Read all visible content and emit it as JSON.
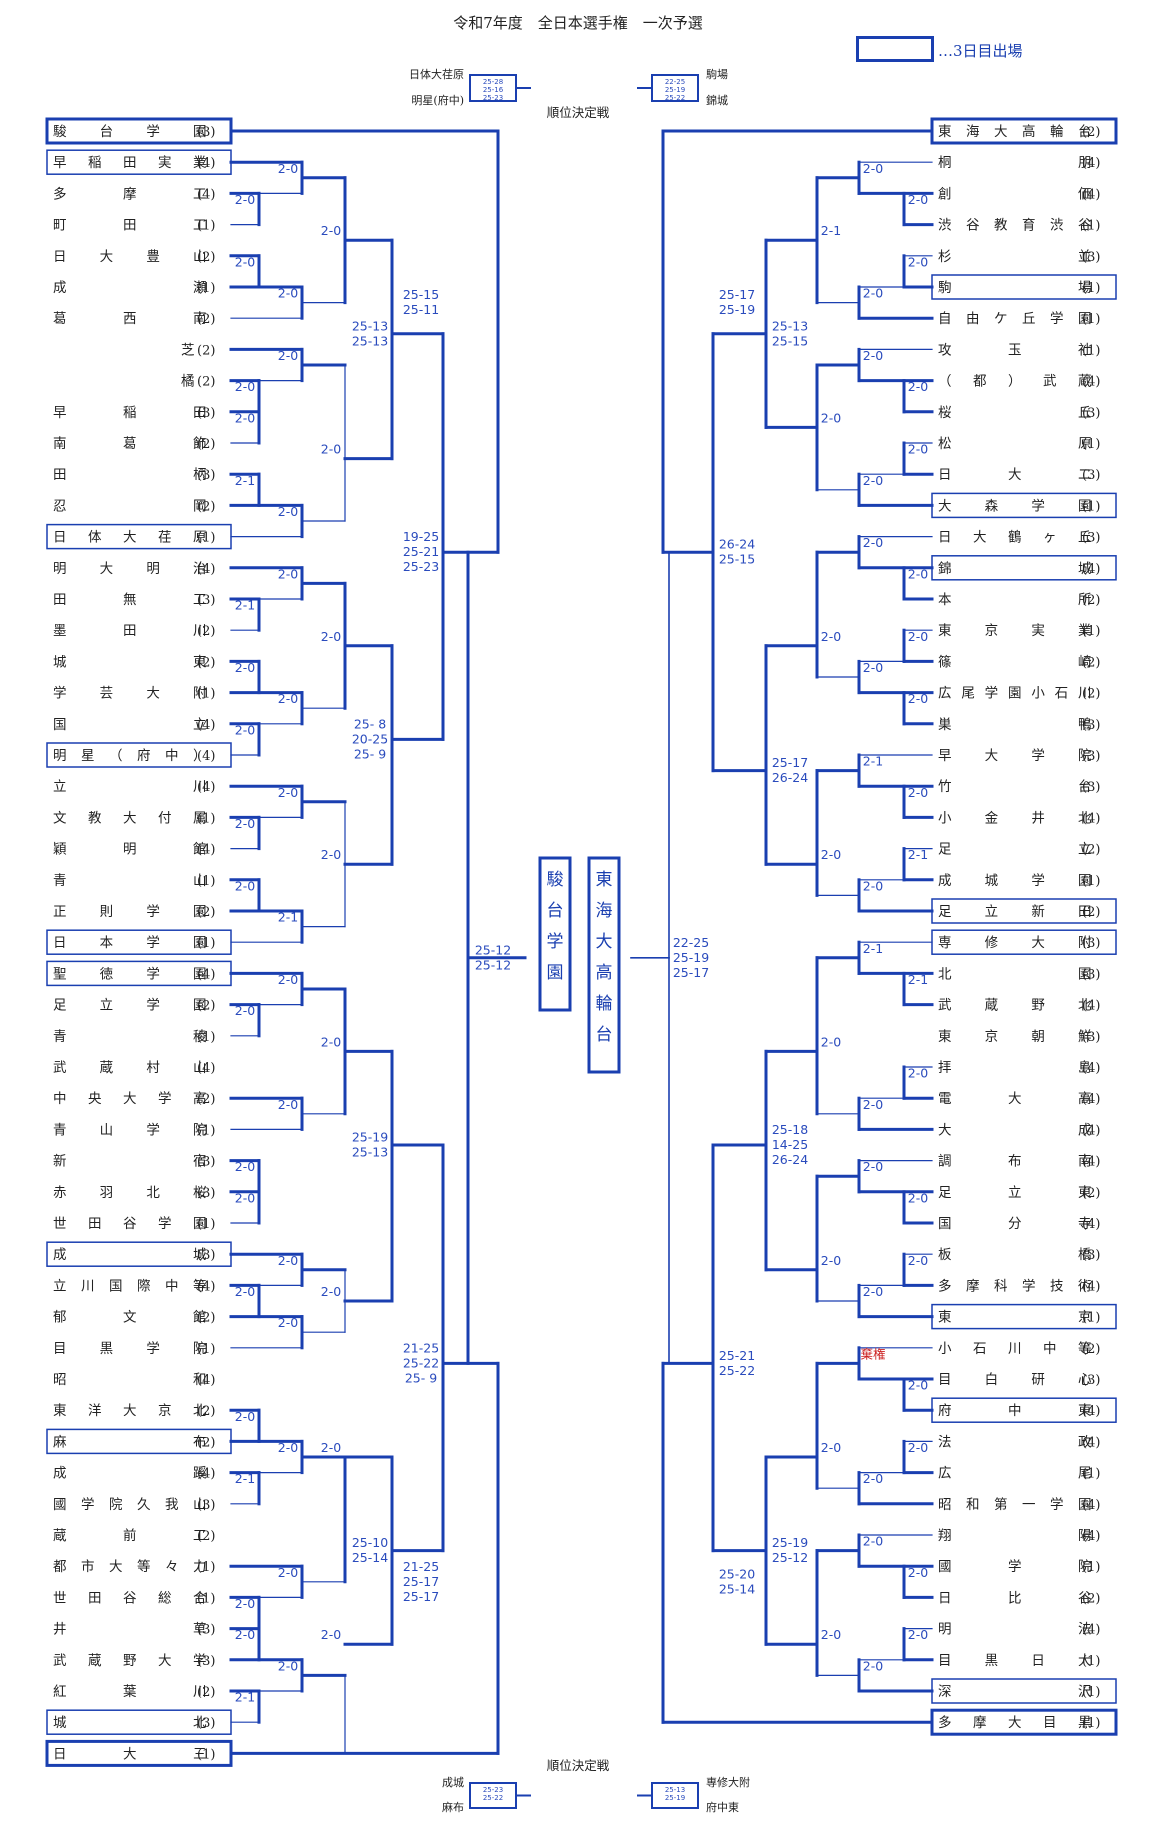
{
  "title": "令和7年度　全日本選手権　一次予選",
  "legend": "…3日目出場",
  "colors": {
    "line": "#1a3fb0",
    "text": "#222222",
    "score": "#2a4bbd",
    "forfeit": "#cc2222",
    "gray": "#555555"
  },
  "left_teams": [
    {
      "name": "駿台学園",
      "seed": "(3)",
      "hl": true
    },
    {
      "name": "早稲田実業",
      "seed": "(4)",
      "hl": true
    },
    {
      "name": "多摩工",
      "seed": "(4)"
    },
    {
      "name": "町田工",
      "seed": "(1)"
    },
    {
      "name": "日大豊山",
      "seed": "(2)"
    },
    {
      "name": "成瀬",
      "seed": "(1)"
    },
    {
      "name": "葛西南",
      "seed": "(2)"
    },
    {
      "name": "芝",
      "seed": "(2)"
    },
    {
      "name": "橘",
      "seed": "(2)"
    },
    {
      "name": "早稲田",
      "seed": "(3)"
    },
    {
      "name": "南葛飾",
      "seed": "(2)"
    },
    {
      "name": "田柄",
      "seed": "(3)"
    },
    {
      "name": "忍岡",
      "seed": "(2)"
    },
    {
      "name": "日体大荏原",
      "seed": "(1)",
      "hl": true
    },
    {
      "name": "明大明治",
      "seed": "(4)"
    },
    {
      "name": "田無工",
      "seed": "(3)"
    },
    {
      "name": "墨田川",
      "seed": "(2)"
    },
    {
      "name": "城東",
      "seed": "(2)"
    },
    {
      "name": "学芸大附",
      "seed": "(1)"
    },
    {
      "name": "国立",
      "seed": "(4)"
    },
    {
      "name": "明星（府中）",
      "seed": "(4)",
      "hl": true
    },
    {
      "name": "立川",
      "seed": "(4)"
    },
    {
      "name": "文教大付属",
      "seed": "(1)"
    },
    {
      "name": "穎明館",
      "seed": "(4)"
    },
    {
      "name": "青山",
      "seed": "(1)"
    },
    {
      "name": "正則学園",
      "seed": "(2)"
    },
    {
      "name": "日本学園",
      "seed": "(1)",
      "hl": true
    },
    {
      "name": "聖徳学園",
      "seed": "(4)",
      "hl": true
    },
    {
      "name": "足立学園",
      "seed": "(2)"
    },
    {
      "name": "青稜",
      "seed": "(1)"
    },
    {
      "name": "武蔵村山",
      "seed": "(4)"
    },
    {
      "name": "中央大学高",
      "seed": "(2)"
    },
    {
      "name": "青山学院",
      "seed": "(1)"
    },
    {
      "name": "新宿",
      "seed": "(3)"
    },
    {
      "name": "赤羽北桜",
      "seed": "(3)"
    },
    {
      "name": "世田谷学園",
      "seed": "(1)"
    },
    {
      "name": "成城",
      "seed": "(3)",
      "hl": true
    },
    {
      "name": "立川国際中等",
      "seed": "(4)"
    },
    {
      "name": "郁文館",
      "seed": "(2)"
    },
    {
      "name": "目黒学院",
      "seed": "(1)"
    },
    {
      "name": "昭和",
      "seed": "(4)"
    },
    {
      "name": "東洋大京北",
      "seed": "(2)"
    },
    {
      "name": "麻布",
      "seed": "(2)",
      "hl": true
    },
    {
      "name": "成蹊",
      "seed": "(4)"
    },
    {
      "name": "國学院久我山",
      "seed": "(3)"
    },
    {
      "name": "蔵前工",
      "seed": "(2)"
    },
    {
      "name": "都市大等々力",
      "seed": "(1)"
    },
    {
      "name": "世田谷総合",
      "seed": "(1)"
    },
    {
      "name": "井草",
      "seed": "(3)"
    },
    {
      "name": "武蔵野大学",
      "seed": "(3)"
    },
    {
      "name": "紅葉川",
      "seed": "(2)"
    },
    {
      "name": "城北",
      "seed": "(3)",
      "hl": true
    },
    {
      "name": "日大三",
      "seed": "(1)",
      "hl": true
    }
  ],
  "right_teams": [
    {
      "name": "東海大高輪台",
      "seed": "(2)",
      "hl": true
    },
    {
      "name": "桐朋",
      "seed": "(4)"
    },
    {
      "name": "創価",
      "seed": "(4)"
    },
    {
      "name": "渋谷教育渋谷",
      "seed": "(1)"
    },
    {
      "name": "杉並",
      "seed": "(3)"
    },
    {
      "name": "駒場",
      "seed": "(1)",
      "hl": true
    },
    {
      "name": "自由ケ丘学園",
      "seed": "(1)"
    },
    {
      "name": "攻玉社",
      "seed": "(1)"
    },
    {
      "name": "（都）武蔵",
      "seed": "(4)"
    },
    {
      "name": "桜丘",
      "seed": "(3)"
    },
    {
      "name": "松原",
      "seed": "(1)"
    },
    {
      "name": "日大二",
      "seed": "(3)"
    },
    {
      "name": "大森学園",
      "seed": "(1)",
      "hl": true
    },
    {
      "name": "日大鶴ヶ丘",
      "seed": "(3)"
    },
    {
      "name": "錦城",
      "seed": "(4)",
      "hl": true
    },
    {
      "name": "本所",
      "seed": "(2)"
    },
    {
      "name": "東京実業",
      "seed": "(1)"
    },
    {
      "name": "篠崎",
      "seed": "(2)"
    },
    {
      "name": "広尾学園小石川",
      "seed": "(2)"
    },
    {
      "name": "巣鴨",
      "seed": "(3)"
    },
    {
      "name": "早大学院",
      "seed": "(3)"
    },
    {
      "name": "竹台",
      "seed": "(3)"
    },
    {
      "name": "小金井北",
      "seed": "(4)"
    },
    {
      "name": "足立",
      "seed": "(2)"
    },
    {
      "name": "成城学園",
      "seed": "(1)"
    },
    {
      "name": "足立新田",
      "seed": "(2)",
      "hl": true
    },
    {
      "name": "専修大附",
      "seed": "(3)",
      "hl": true
    },
    {
      "name": "北園",
      "seed": "(3)"
    },
    {
      "name": "武蔵野北",
      "seed": "(4)"
    },
    {
      "name": "東京朝鮮",
      "seed": "(3)"
    },
    {
      "name": "拝島",
      "seed": "(4)"
    },
    {
      "name": "電大高",
      "seed": "(4)"
    },
    {
      "name": "大成",
      "seed": "(4)"
    },
    {
      "name": "調布南",
      "seed": "(4)"
    },
    {
      "name": "足立東",
      "seed": "(2)"
    },
    {
      "name": "国分寺",
      "seed": "(4)"
    },
    {
      "name": "板橋",
      "seed": "(3)"
    },
    {
      "name": "多摩科学技術",
      "seed": "(4)"
    },
    {
      "name": "東京",
      "seed": "(1)",
      "hl": true
    },
    {
      "name": "小石川中等",
      "seed": "(2)"
    },
    {
      "name": "目白研心",
      "seed": "(3)"
    },
    {
      "name": "府中東",
      "seed": "(4)",
      "hl": true
    },
    {
      "name": "法政",
      "seed": "(4)"
    },
    {
      "name": "広尾",
      "seed": "(1)"
    },
    {
      "name": "昭和第一学園",
      "seed": "(4)"
    },
    {
      "name": "翔陽",
      "seed": "(4)"
    },
    {
      "name": "國学院",
      "seed": "(1)"
    },
    {
      "name": "日比谷",
      "seed": "(2)"
    },
    {
      "name": "明法",
      "seed": "(4)"
    },
    {
      "name": "目黒日大",
      "seed": "(1)"
    },
    {
      "name": "深沢",
      "seed": "(1)",
      "hl": true
    },
    {
      "name": "多摩大目黒",
      "seed": "(1)",
      "hl": true
    }
  ],
  "scores": {
    "left_r1": [
      {
        "text": "2-0",
        "row": 2.5
      },
      {
        "text": "2-0",
        "row": 4.5
      },
      {
        "text": "2-0",
        "row": 8.5
      },
      {
        "text": "2-0",
        "row": 9.5
      },
      {
        "text": "2-1",
        "row": 11.5
      },
      {
        "text": "2-1",
        "row": 15.5
      },
      {
        "text": "2-0",
        "row": 17.5
      },
      {
        "text": "2-0",
        "row": 19.5
      },
      {
        "text": "2-0",
        "row": 22.5
      },
      {
        "text": "2-0",
        "row": 24.5
      },
      {
        "text": "2-0",
        "row": 28.5
      },
      {
        "text": "2-0",
        "row": 33.5
      },
      {
        "text": "2-0",
        "row": 34.5
      },
      {
        "text": "2-0",
        "row": 37.5
      },
      {
        "text": "2-0",
        "row": 41.5
      },
      {
        "text": "2-1",
        "row": 43.5
      },
      {
        "text": "2-0",
        "row": 47.5
      },
      {
        "text": "2-0",
        "row": 48.5
      },
      {
        "text": "2-1",
        "row": 50.5
      }
    ],
    "left_r2": [
      {
        "text": "2-0",
        "row": 1.5
      },
      {
        "text": "2-0",
        "row": 5.5
      },
      {
        "text": "2-0",
        "row": 7.5
      },
      {
        "text": "2-0",
        "row": 12.5
      },
      {
        "text": "2-0",
        "row": 14.5
      },
      {
        "text": "2-0",
        "row": 18.5
      },
      {
        "text": "2-0",
        "row": 21.5
      },
      {
        "text": "2-1",
        "row": 25.5
      },
      {
        "text": "2-0",
        "row": 27.5
      },
      {
        "text": "2-0",
        "row": 31.5
      },
      {
        "text": "2-0",
        "row": 36.5
      },
      {
        "text": "2-0",
        "row": 38.5
      },
      {
        "text": "2-0",
        "row": 42.5
      },
      {
        "text": "2-0",
        "row": 46.5
      },
      {
        "text": "2-0",
        "row": 49.5
      }
    ],
    "left_r3": [
      {
        "text": "2-0",
        "row": 3.5
      },
      {
        "text": "2-0",
        "row": 10.5
      },
      {
        "text": "2-0",
        "row": 16.5
      },
      {
        "text": "2-0",
        "row": 23.5
      },
      {
        "text": "2-0",
        "row": 29.5
      },
      {
        "text": "2-0",
        "row": 37.5
      },
      {
        "text": "2-0",
        "row": 42.5
      },
      {
        "text": "2-0",
        "row": 48.5
      }
    ],
    "left_r4": [
      {
        "lines": [
          "25-13",
          "25-13"
        ],
        "row": 6.5
      },
      {
        "lines": [
          "25- 8",
          "20-25",
          "25- 9"
        ],
        "row": 19.5
      },
      {
        "lines": [
          "25-19",
          "25-13"
        ],
        "row": 32.5
      },
      {
        "lines": [
          "25-10",
          "25-14"
        ],
        "row": 45.5
      }
    ],
    "left_r5": [
      {
        "lines": [
          "25-15",
          "25-11"
        ],
        "row": 5.5
      },
      {
        "lines": [
          "19-25",
          "25-21",
          "25-23"
        ],
        "row": 13.5
      },
      {
        "lines": [
          "21-25",
          "25-22",
          "25- 9"
        ],
        "row": 39.5
      },
      {
        "lines": [
          "21-25",
          "25-17",
          "25-17"
        ],
        "row": 46.5
      }
    ],
    "left_final": {
      "lines": [
        "25-12",
        "25-12"
      ],
      "row": 26.5
    },
    "right_r1": [
      {
        "text": "2-0",
        "row": 2.5
      },
      {
        "text": "2-0",
        "row": 4.5
      },
      {
        "text": "2-0",
        "row": 8.5
      },
      {
        "text": "2-0",
        "row": 10.5
      },
      {
        "text": "2-0",
        "row": 14.5
      },
      {
        "text": "2-0",
        "row": 16.5
      },
      {
        "text": "2-0",
        "row": 18.5
      },
      {
        "text": "2-0",
        "row": 21.5
      },
      {
        "text": "2-1",
        "row": 23.5
      },
      {
        "text": "2-1",
        "row": 27.5
      },
      {
        "text": "2-0",
        "row": 30.5
      },
      {
        "text": "2-0",
        "row": 34.5
      },
      {
        "text": "2-0",
        "row": 36.5
      },
      {
        "text": "2-0",
        "row": 40.5
      },
      {
        "text": "2-0",
        "row": 42.5
      },
      {
        "text": "2-0",
        "row": 46.5
      },
      {
        "text": "2-0",
        "row": 48.5
      }
    ],
    "right_r2": [
      {
        "text": "2-0",
        "row": 1.5
      },
      {
        "text": "2-0",
        "row": 5.5
      },
      {
        "text": "2-0",
        "row": 7.5
      },
      {
        "text": "2-0",
        "row": 11.5
      },
      {
        "text": "2-0",
        "row": 13.5
      },
      {
        "text": "2-0",
        "row": 17.5
      },
      {
        "text": "2-1",
        "row": 20.5
      },
      {
        "text": "2-0",
        "row": 24.5
      },
      {
        "text": "2-1",
        "row": 26.5
      },
      {
        "text": "2-0",
        "row": 31.5
      },
      {
        "text": "2-0",
        "row": 33.5
      },
      {
        "text": "2-0",
        "row": 37.5
      },
      {
        "text": "棄権",
        "row": 39.5,
        "forfeit": true
      },
      {
        "text": "2-0",
        "row": 43.5
      },
      {
        "text": "2-0",
        "row": 45.5
      },
      {
        "text": "2-0",
        "row": 49.5
      }
    ],
    "right_r3": [
      {
        "text": "2-1",
        "row": 3.5
      },
      {
        "text": "2-0",
        "row": 9.5
      },
      {
        "text": "2-0",
        "row": 16.5
      },
      {
        "text": "2-0",
        "row": 23.5
      },
      {
        "text": "2-0",
        "row": 29.5
      },
      {
        "text": "2-0",
        "row": 36.5
      },
      {
        "text": "2-0",
        "row": 42.5
      },
      {
        "text": "2-0",
        "row": 48.5
      }
    ],
    "right_r4": [
      {
        "lines": [
          "25-13",
          "25-15"
        ],
        "row": 6.5
      },
      {
        "lines": [
          "25-17",
          "26-24"
        ],
        "row": 20.5
      },
      {
        "lines": [
          "25-18",
          "14-25",
          "26-24"
        ],
        "row": 32.5
      },
      {
        "lines": [
          "25-19",
          "25-12"
        ],
        "row": 45.5
      }
    ],
    "right_r5": [
      {
        "lines": [
          "25-17",
          "25-19"
        ],
        "row": 5.5
      },
      {
        "lines": [
          "26-24",
          "25-15"
        ],
        "row": 13.5
      },
      {
        "lines": [
          "25-21",
          "25-22"
        ],
        "row": 39.5
      },
      {
        "lines": [
          "25-20",
          "25-14"
        ],
        "row": 46.5
      }
    ],
    "right_final": {
      "lines": [
        "22-25",
        "25-19",
        "25-17"
      ],
      "row": 26.5
    }
  },
  "finalists": {
    "left": "駿台学園",
    "right": "東海大高輪台"
  },
  "placement_label": "順位決定戦",
  "top_placement": {
    "left_top": "日体大荏原",
    "left_bottom": "明星(府中)",
    "left_scores": [
      "25-28",
      "25-16",
      "25-23"
    ],
    "right_top": "駒場",
    "right_bottom": "錦城",
    "right_scores": [
      "22-25",
      "25-19",
      "25-22"
    ]
  },
  "bottom_placement": {
    "left_top": "成城",
    "left_bottom": "麻布",
    "left_scores": [
      "25-23",
      "25-22"
    ],
    "right_top": "専修大附",
    "right_bottom": "府中東",
    "right_scores": [
      "25-13",
      "25-19"
    ]
  }
}
